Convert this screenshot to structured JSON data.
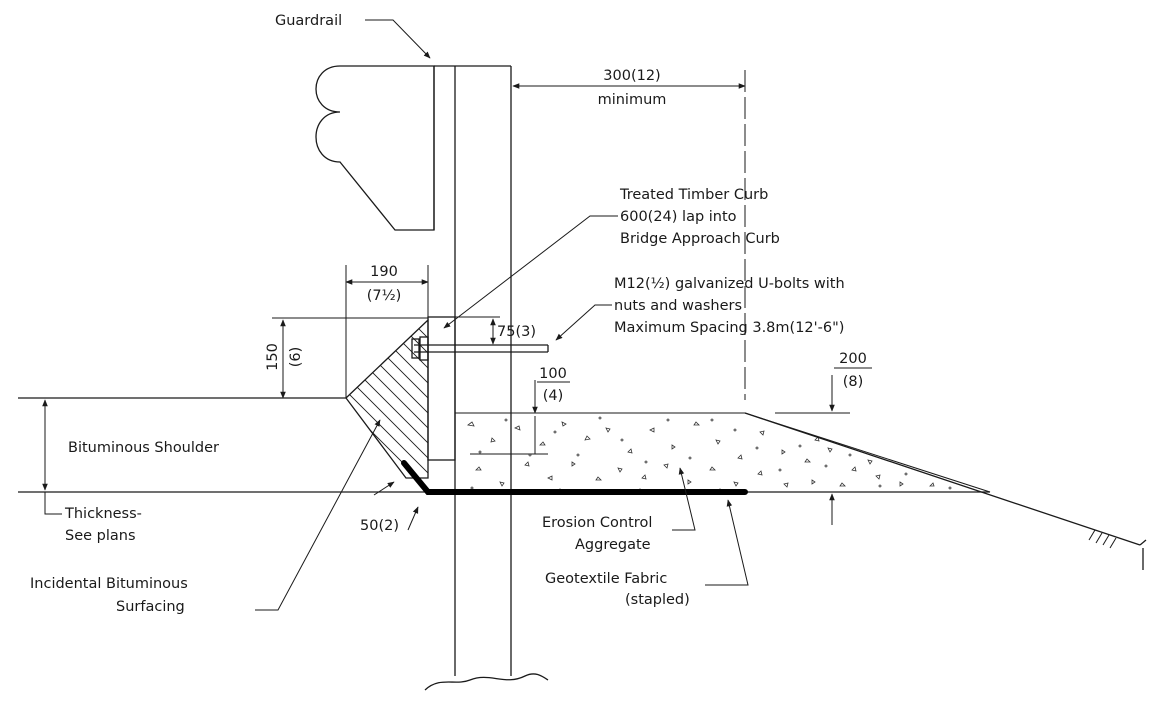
{
  "labels": {
    "guardrail": "Guardrail",
    "dim_300": "300(12)",
    "minimum": "minimum",
    "curb_1": "Treated Timber Curb",
    "curb_2": "600(24) lap into",
    "curb_3": "Bridge Approach Curb",
    "bolts_1": "M12(½) galvanized U-bolts with",
    "bolts_2": "nuts and washers",
    "bolts_3": "Maximum Spacing 3.8m(12'-6\")",
    "dim_190": "190",
    "dim_190_in": "(7½)",
    "dim_150": "150",
    "dim_150_in": "(6)",
    "dim_75": "75(3)",
    "dim_100": "100",
    "dim_100_in": "(4)",
    "dim_200": "200",
    "dim_200_in": "(8)",
    "shoulder": "Bituminous Shoulder",
    "thickness_1": "Thickness-",
    "thickness_2": "See plans",
    "dim_50": "50(2)",
    "erosion_1": "Erosion Control",
    "erosion_2": "Aggregate",
    "geotextile_1": "Geotextile Fabric",
    "geotextile_2": "(stapled)",
    "incidental_1": "Incidental Bituminous",
    "incidental_2": "Surfacing"
  }
}
